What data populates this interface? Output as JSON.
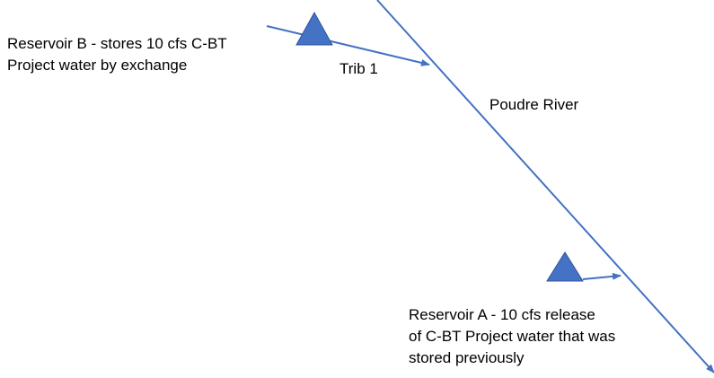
{
  "colors": {
    "line": "#4472c4",
    "reservoir_fill": "#4472c4",
    "reservoir_stroke": "#2f5597",
    "text": "#000000"
  },
  "labels": {
    "reservoir_b": [
      "Reservoir B - stores 10 cfs C-BT",
      "Project water by exchange"
    ],
    "trib": "Trib 1",
    "river": "Poudre River",
    "reservoir_a": [
      "Reservoir A - 10 cfs release",
      "of C-BT Project water that was",
      "stored previously"
    ]
  },
  "shapes": {
    "reservoir_icon": "triangle",
    "flow_marker": "arrow"
  }
}
